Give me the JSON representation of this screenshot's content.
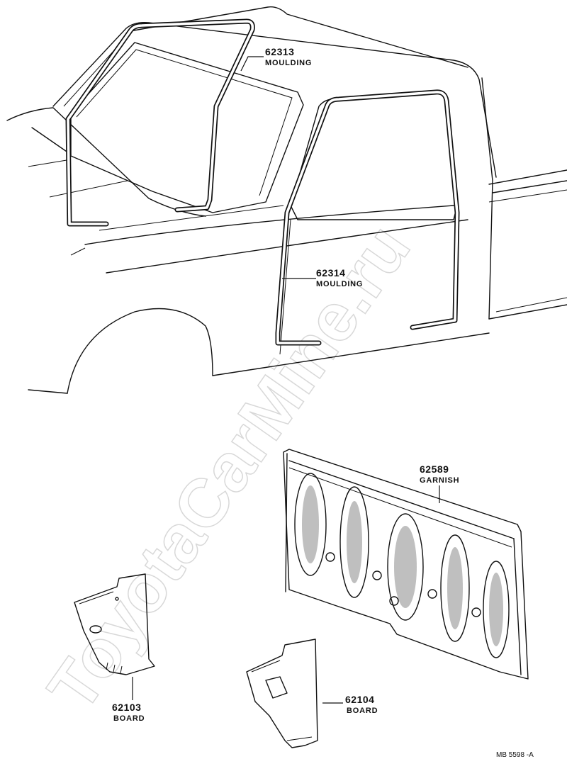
{
  "watermark": "ToyotaCarMine.ru",
  "parts": [
    {
      "id": "moulding-62313",
      "number": "62313",
      "name": "MOULDING"
    },
    {
      "id": "moulding-62314",
      "number": "62314",
      "name": "MOULDING"
    },
    {
      "id": "garnish-62589",
      "number": "62589",
      "name": "GARNISH"
    },
    {
      "id": "board-62103",
      "number": "62103",
      "name": "BOARD"
    },
    {
      "id": "board-62104",
      "number": "62104",
      "name": "BOARD"
    }
  ],
  "diagram_code": "MB 5598 -A",
  "colors": {
    "ink": "#111111",
    "watermark": "#d8d8d8",
    "background": "#ffffff"
  }
}
